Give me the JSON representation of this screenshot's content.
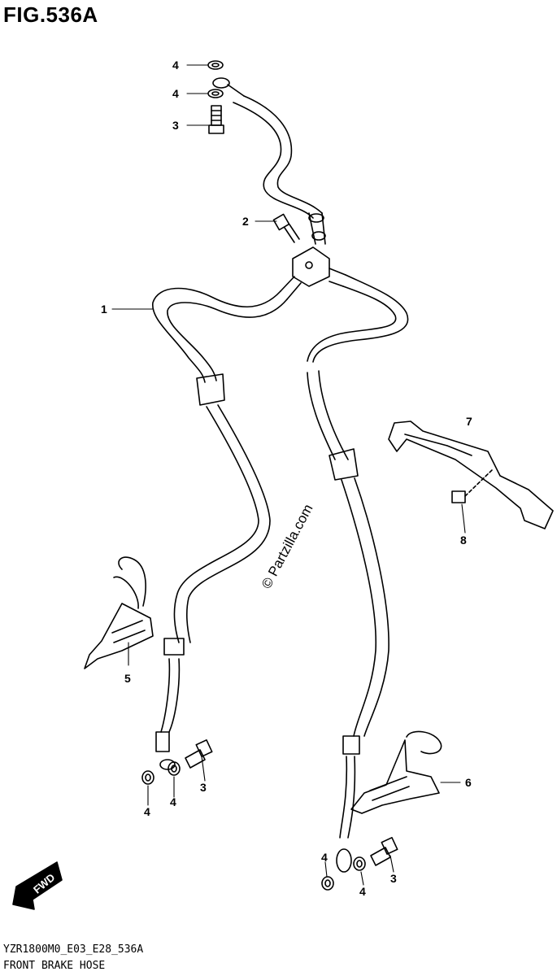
{
  "figure": {
    "title": "FIG.536A",
    "model_code": "YZR1800M0_E03_E28_536A",
    "section_name": "FRONT BRAKE HOSE",
    "watermark": "© Partzilla.com",
    "fwd_label": "FWD"
  },
  "callouts": [
    {
      "id": "c4a",
      "label": "4"
    },
    {
      "id": "c4b",
      "label": "4"
    },
    {
      "id": "c3a",
      "label": "3"
    },
    {
      "id": "c2",
      "label": "2"
    },
    {
      "id": "c1",
      "label": "1"
    },
    {
      "id": "c7",
      "label": "7"
    },
    {
      "id": "c8",
      "label": "8"
    },
    {
      "id": "c5",
      "label": "5"
    },
    {
      "id": "c3b",
      "label": "3"
    },
    {
      "id": "c4c",
      "label": "4"
    },
    {
      "id": "c4d",
      "label": "4"
    },
    {
      "id": "c6",
      "label": "6"
    },
    {
      "id": "c4e",
      "label": "4"
    },
    {
      "id": "c4f",
      "label": "4"
    },
    {
      "id": "c3c",
      "label": "3"
    }
  ]
}
